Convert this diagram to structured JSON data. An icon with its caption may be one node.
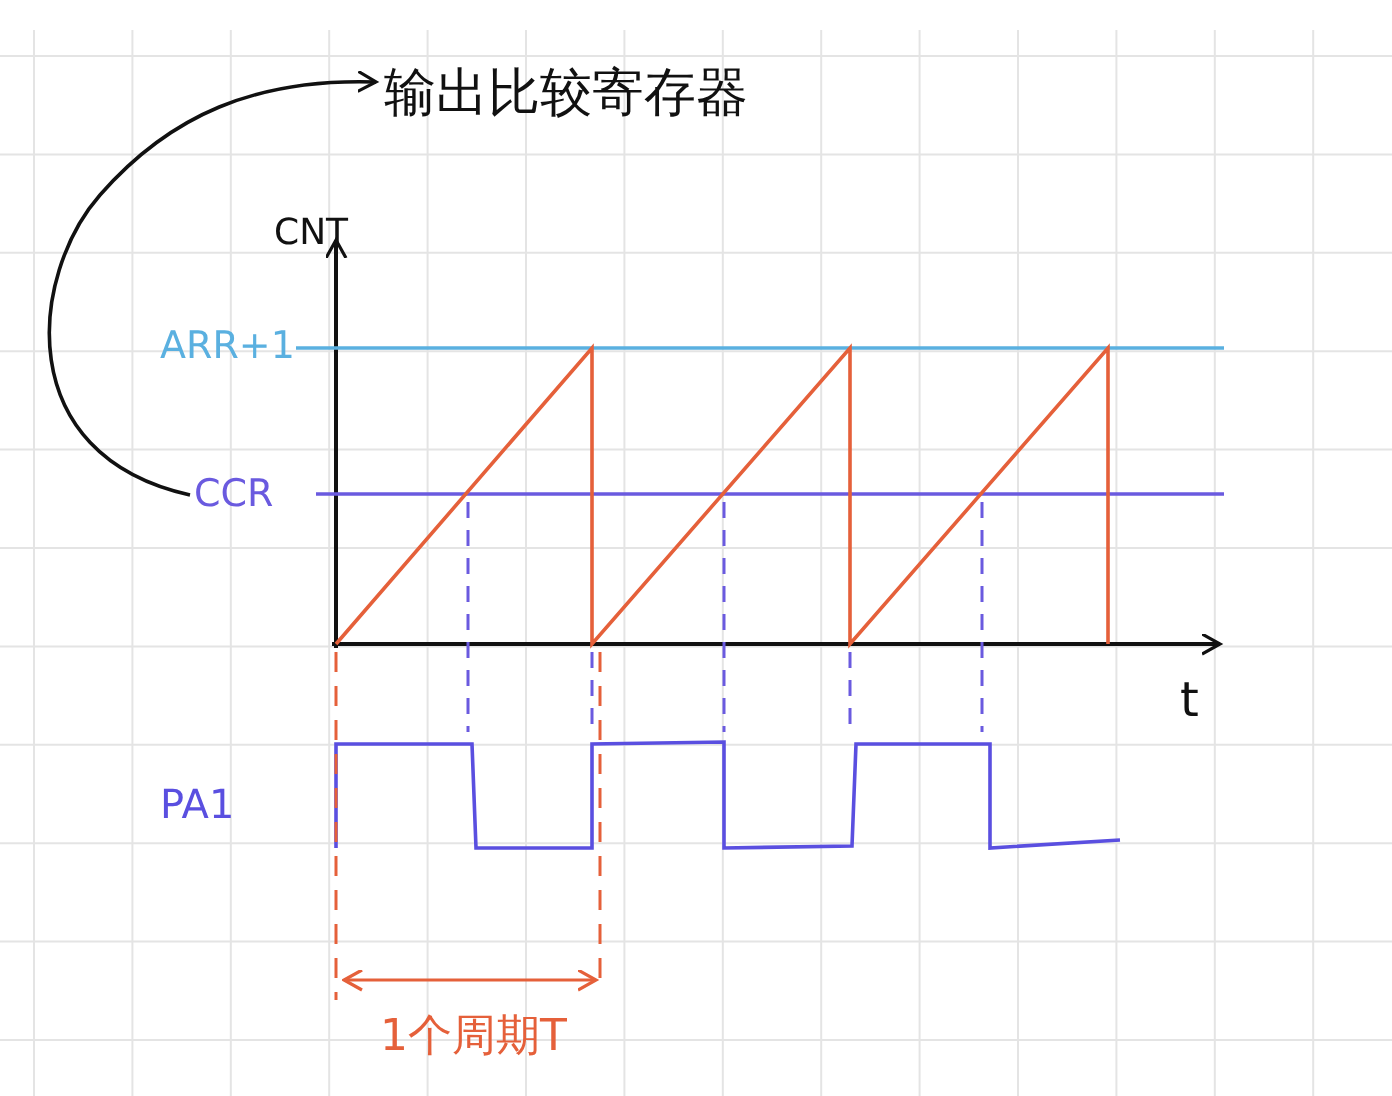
{
  "diagram": {
    "nodes": [
      {
        "text": [
          "输出比较寄存器"
        ]
      },
      {
        "text": [
          "CCR"
        ]
      }
    ],
    "edges": [
      {
        "from": 1,
        "to": 0,
        "arrow": "to"
      }
    ],
    "labels": [
      "CNT",
      "ARR+1",
      "t",
      "PA1",
      "1个周期T"
    ]
  }
}
